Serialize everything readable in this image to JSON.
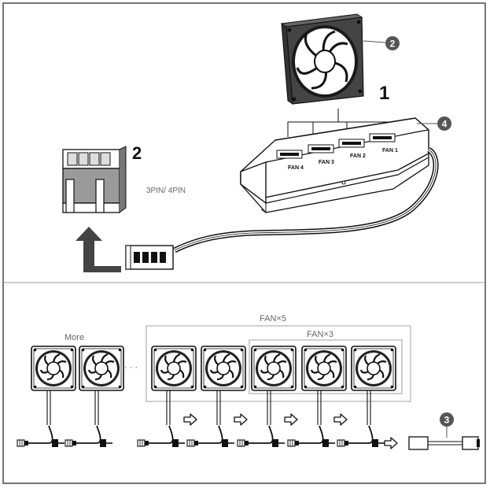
{
  "callouts": {
    "one": "1",
    "two": "2",
    "circ2": "2",
    "circ3": "3",
    "circ4": "4"
  },
  "connector_label": "3PIN/ 4PIN",
  "hub_ports": [
    "FAN 4",
    "FAN 3",
    "FAN 2",
    "FAN 1"
  ],
  "daisy_chain": {
    "more_label": "More",
    "ellipsis": "· · ·",
    "fan5_label": "FAN×5",
    "fan3_label": "FAN×3"
  },
  "colors": {
    "frame": "#555555",
    "line": "#111111",
    "callout_fill": "#555555",
    "arrow_fill": "#444444",
    "group_box": "#bbbbbb",
    "connector_gray": "#9a9a9a"
  }
}
